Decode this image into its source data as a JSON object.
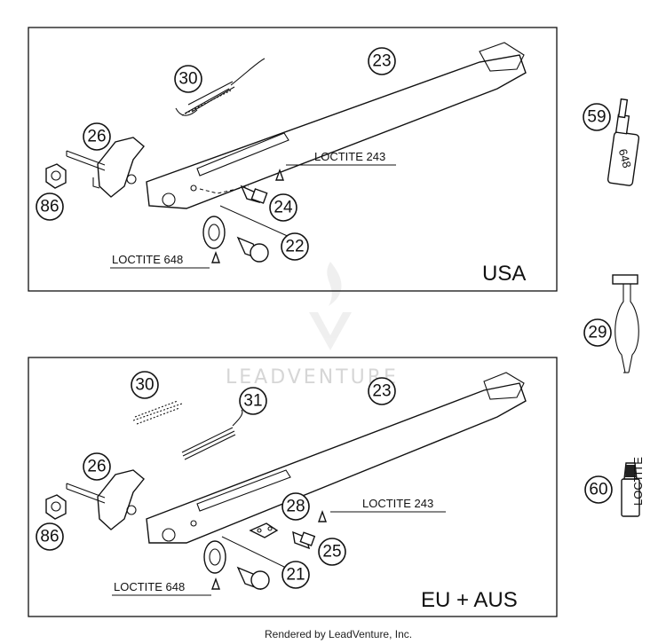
{
  "panels": {
    "usa": {
      "region_label": "USA",
      "loctite_a": "LOCTITE 243",
      "loctite_b": "LOCTITE 648",
      "callouts": [
        "30",
        "23",
        "26",
        "86",
        "24",
        "22"
      ]
    },
    "eu": {
      "region_label": "EU + AUS",
      "loctite_a": "LOCTITE 243",
      "loctite_b": "LOCTITE 648",
      "callouts": [
        "30",
        "31",
        "23",
        "26",
        "86",
        "28",
        "25",
        "21"
      ]
    }
  },
  "side_parts": {
    "callouts": [
      "59",
      "29",
      "60"
    ],
    "bottle_text": "648",
    "tube_text": "LOCTITE"
  },
  "watermark": "LEADVENTURE",
  "footer": "Rendered by LeadVenture, Inc."
}
